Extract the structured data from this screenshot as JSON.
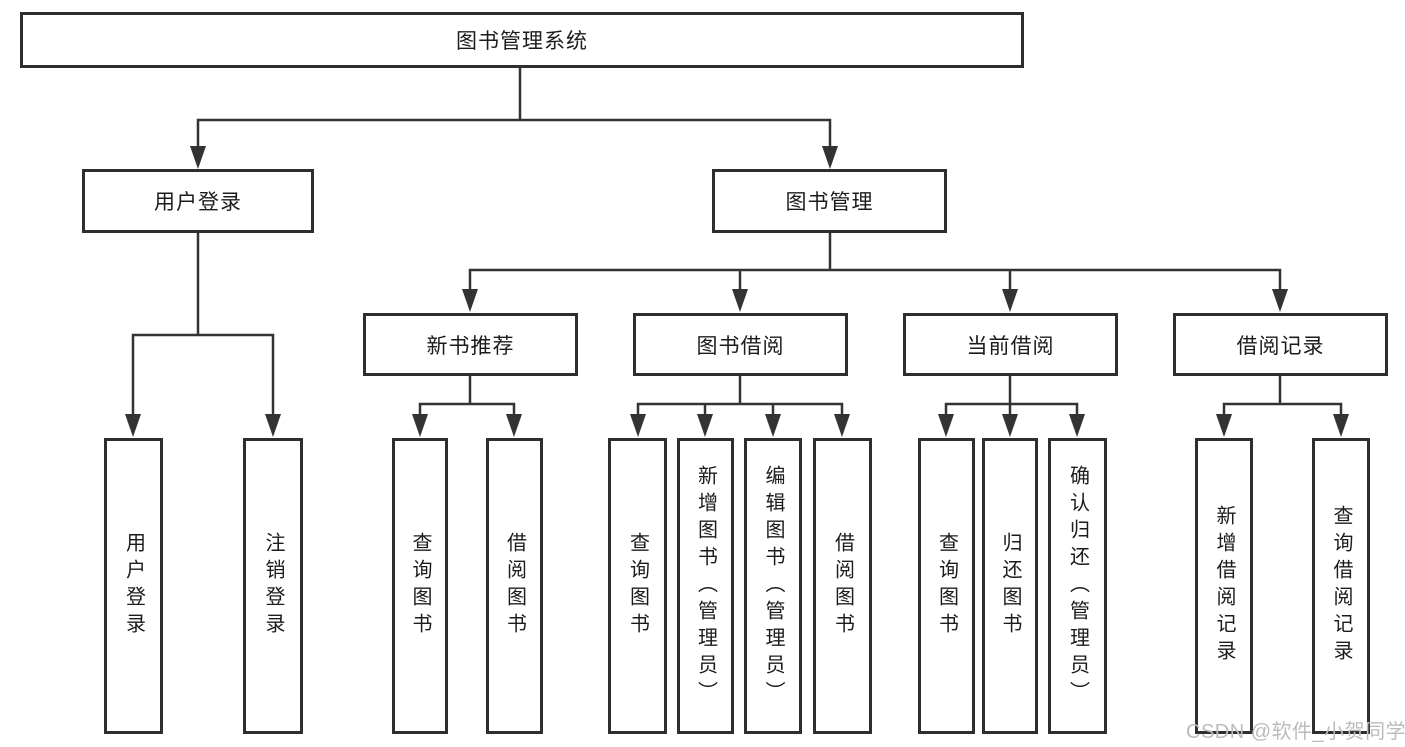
{
  "colors": {
    "line": "#333333",
    "box_border": "#2e2e2e",
    "text": "#1c1c1c",
    "watermark": "#bcbcbc"
  },
  "tree": {
    "label": "图书管理系统",
    "children": [
      {
        "label": "用户登录",
        "children": [
          {
            "label": "用户登录"
          },
          {
            "label": "注销登录"
          }
        ]
      },
      {
        "label": "图书管理",
        "children": [
          {
            "label": "新书推荐",
            "children": [
              {
                "label": "查询图书"
              },
              {
                "label": "借阅图书"
              }
            ]
          },
          {
            "label": "图书借阅",
            "children": [
              {
                "label": "查询图书"
              },
              {
                "label": "新增图书（管理员）"
              },
              {
                "label": "编辑图书（管理员）"
              },
              {
                "label": "借阅图书"
              }
            ]
          },
          {
            "label": "当前借阅",
            "children": [
              {
                "label": "查询图书"
              },
              {
                "label": "归还图书"
              },
              {
                "label": "确认归还（管理员）"
              }
            ]
          },
          {
            "label": "借阅记录",
            "children": [
              {
                "label": "新增借阅记录"
              },
              {
                "label": "查询借阅记录"
              }
            ]
          }
        ]
      }
    ]
  },
  "watermark": "CSDN @软件_小贺同学"
}
